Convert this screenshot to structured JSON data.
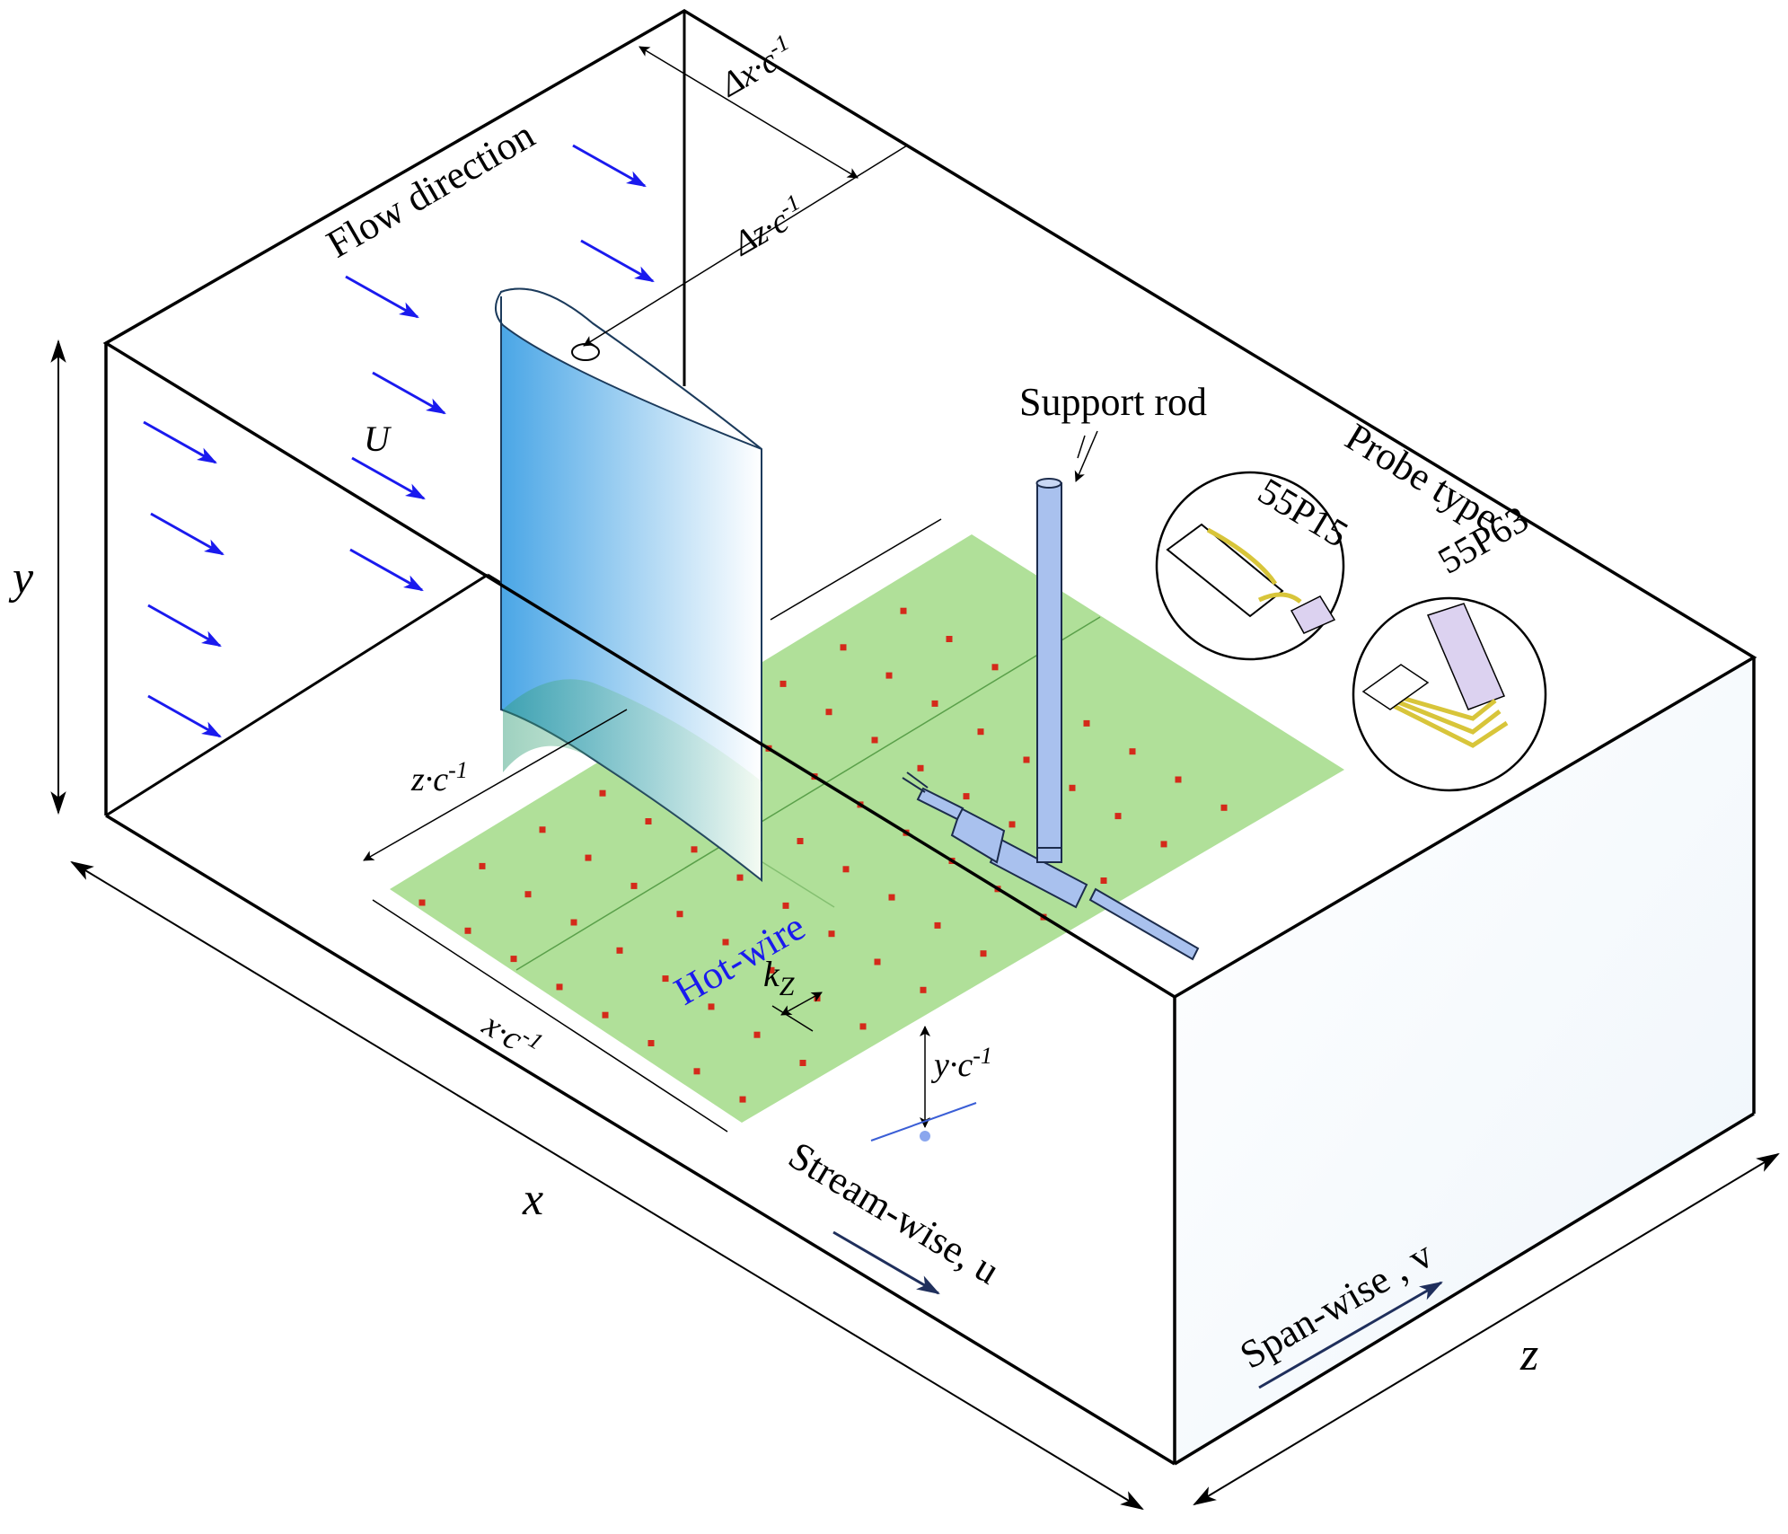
{
  "labels": {
    "flow_direction": "Flow direction",
    "U": "U",
    "support_rod": "Support rod",
    "probe_type": "Probe type",
    "probe_55p15": "55P15",
    "probe_55p63": "55P63",
    "hot_wire": "Hot-wire",
    "streamwise": "Stream-wise, u",
    "spanwise": "Span-wise , v",
    "axis_x": "x",
    "axis_y": "y",
    "axis_z": "z",
    "dx": "Δx·c",
    "dz": "Δz·c",
    "zc": "z·c",
    "xc": "x·c",
    "yc": "y·c",
    "neg1": "-1",
    "kz_k": "k",
    "kz_z": "Z"
  },
  "colors": {
    "flow_arrow": "#1a1aee",
    "airfoil_dark": "#4aa6e6",
    "airfoil_light": "#ffffff",
    "plane_fill": "#a7dd8e",
    "measure_point": "#d42a1a",
    "hot_wire_text": "#1a1aee",
    "rod": "#a9c1ee",
    "dir_arrow": "#1f2f5c"
  },
  "icons": {
    "flow_arrows": "arrow-right-down-icon",
    "probe_55p15": "probe-55p15-icon",
    "probe_55p63": "probe-55p63-icon"
  }
}
